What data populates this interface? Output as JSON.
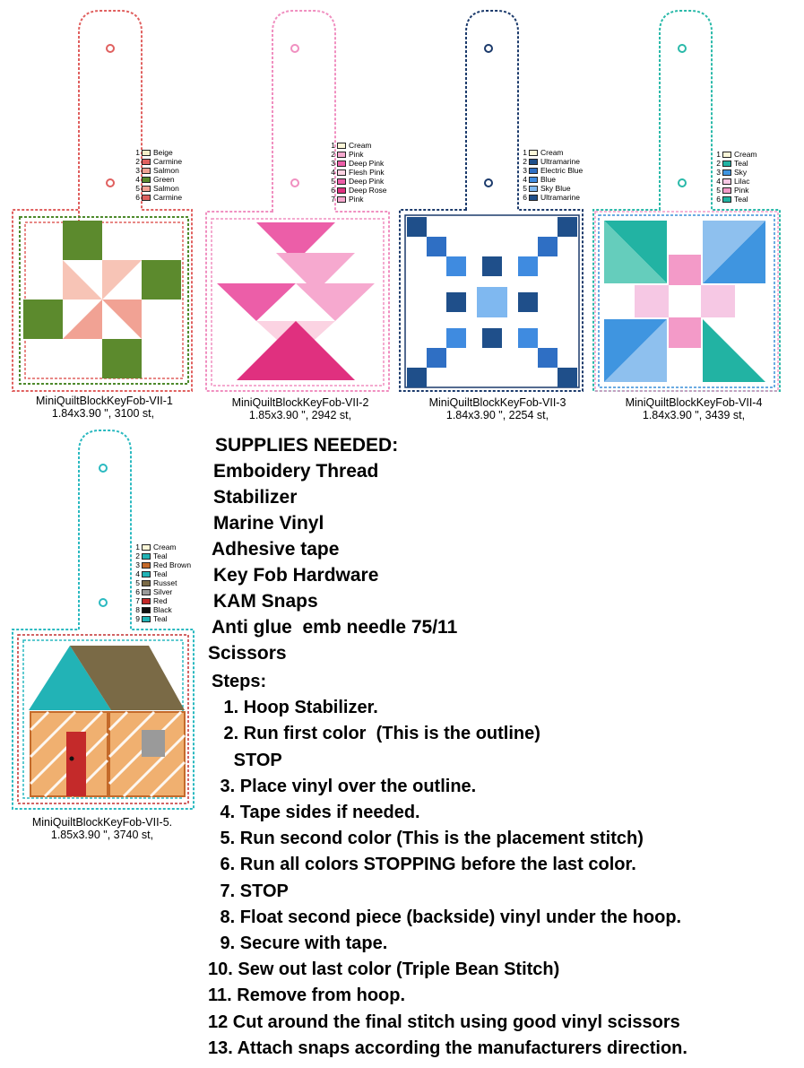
{
  "designs": [
    {
      "name": "MiniQuiltBlockKeyFob-VII-1",
      "size": "1.84x3.90 \", 3100 st,",
      "outline": "#e0605f",
      "inner": "#4e8a2c",
      "colors": [
        {
          "num": "1",
          "name": "Beige",
          "hex": "#f4edc6"
        },
        {
          "num": "2",
          "name": "Carmine",
          "hex": "#e0605f"
        },
        {
          "num": "3",
          "name": "Salmon",
          "hex": "#f1a294"
        },
        {
          "num": "4",
          "name": "Green",
          "hex": "#5c8a2d"
        },
        {
          "num": "5",
          "name": "Salmon",
          "hex": "#f1a294"
        },
        {
          "num": "6",
          "name": "Carmine",
          "hex": "#e0605f"
        }
      ]
    },
    {
      "name": "MiniQuiltBlockKeyFob-VII-2",
      "size": "1.85x3.90 \", 2942 st,",
      "outline": "#f08fc0",
      "inner": "#f08fc0",
      "colors": [
        {
          "num": "1",
          "name": "Cream",
          "hex": "#fbf6d8"
        },
        {
          "num": "2",
          "name": "Pink",
          "hex": "#f6a9cf"
        },
        {
          "num": "3",
          "name": "Deep Pink",
          "hex": "#ec5ea8"
        },
        {
          "num": "4",
          "name": "Flesh Pink",
          "hex": "#fbd3e2"
        },
        {
          "num": "5",
          "name": "Deep Pink",
          "hex": "#ec5ea8"
        },
        {
          "num": "6",
          "name": "Deep Rose",
          "hex": "#e0307f"
        },
        {
          "num": "7",
          "name": "Pink",
          "hex": "#f6a9cf"
        }
      ]
    },
    {
      "name": "MiniQuiltBlockKeyFob-VII-3",
      "size": "1.84x3.90 \", 2254 st,",
      "outline": "#1b3a6b",
      "inner": "#1b3a6b",
      "colors": [
        {
          "num": "1",
          "name": "Cream",
          "hex": "#fbf6d8"
        },
        {
          "num": "2",
          "name": "Ultramarine",
          "hex": "#1f4f8a"
        },
        {
          "num": "3",
          "name": "Electric Blue",
          "hex": "#2f6fc4"
        },
        {
          "num": "4",
          "name": "Blue",
          "hex": "#3f8be0"
        },
        {
          "num": "5",
          "name": "Sky Blue",
          "hex": "#7fb8f0"
        },
        {
          "num": "6",
          "name": "Ultramarine",
          "hex": "#1f4f8a"
        }
      ]
    },
    {
      "name": "MiniQuiltBlockKeyFob-VII-4",
      "size": "1.84x3.90 \", 3439 st,",
      "outline": "#2ab9a9",
      "inner": "#3a8fd8",
      "colors": [
        {
          "num": "1",
          "name": "Cream",
          "hex": "#fbf6d8"
        },
        {
          "num": "2",
          "name": "Teal",
          "hex": "#22b3a3"
        },
        {
          "num": "3",
          "name": "Sky",
          "hex": "#3f95e0"
        },
        {
          "num": "4",
          "name": "Lilac",
          "hex": "#f6c8e4"
        },
        {
          "num": "5",
          "name": "Pink",
          "hex": "#f39ac8"
        },
        {
          "num": "6",
          "name": "Teal",
          "hex": "#22b3a3"
        }
      ]
    },
    {
      "name": "MiniQuiltBlockKeyFob-VII-5.",
      "size": "1.85x3.90 \", 3740 st,",
      "outline": "#2ab9c0",
      "inner": "#c43030",
      "colors": [
        {
          "num": "1",
          "name": "Cream",
          "hex": "#fbf6d8"
        },
        {
          "num": "2",
          "name": "Teal",
          "hex": "#22b3b6"
        },
        {
          "num": "3",
          "name": "Red Brown",
          "hex": "#c46a2a"
        },
        {
          "num": "4",
          "name": "Teal",
          "hex": "#22b3b6"
        },
        {
          "num": "5",
          "name": "Russet",
          "hex": "#7a6a46"
        },
        {
          "num": "6",
          "name": "Silver",
          "hex": "#9a9a9a"
        },
        {
          "num": "7",
          "name": "Red",
          "hex": "#c42a2a"
        },
        {
          "num": "8",
          "name": "Black",
          "hex": "#111111"
        },
        {
          "num": "9",
          "name": "Teal",
          "hex": "#22b3b6"
        }
      ]
    }
  ],
  "supplies": {
    "heading": "SUPPLIES NEEDED:",
    "items": [
      "Emboidery Thread",
      "Stabilizer",
      "Marine Vinyl",
      "Adhesive tape",
      "Key Fob Hardware",
      "KAM Snaps",
      "Anti glue  emb needle 75/11",
      "Scissors"
    ]
  },
  "steps": {
    "heading": "Steps:",
    "items": [
      " 1. Hoop Stabilizer.",
      " 2. Run first color  (This is the outline)",
      "   STOP",
      " 3. Place vinyl over the outline.",
      " 4. Tape sides if needed.",
      " 5. Run second color (This is the placement stitch)",
      " 6. Run all colors STOPPING before the last color.",
      " 7. STOP",
      " 8. Float second piece (backside) vinyl under the hoop.",
      " 9. Secure with tape.",
      "10. Sew out last color (Triple Bean Stitch)",
      "11. Remove from hoop.",
      "12 Cut around the final stitch using good vinyl scissors",
      "13. Attach snaps according the manufacturers direction."
    ]
  }
}
